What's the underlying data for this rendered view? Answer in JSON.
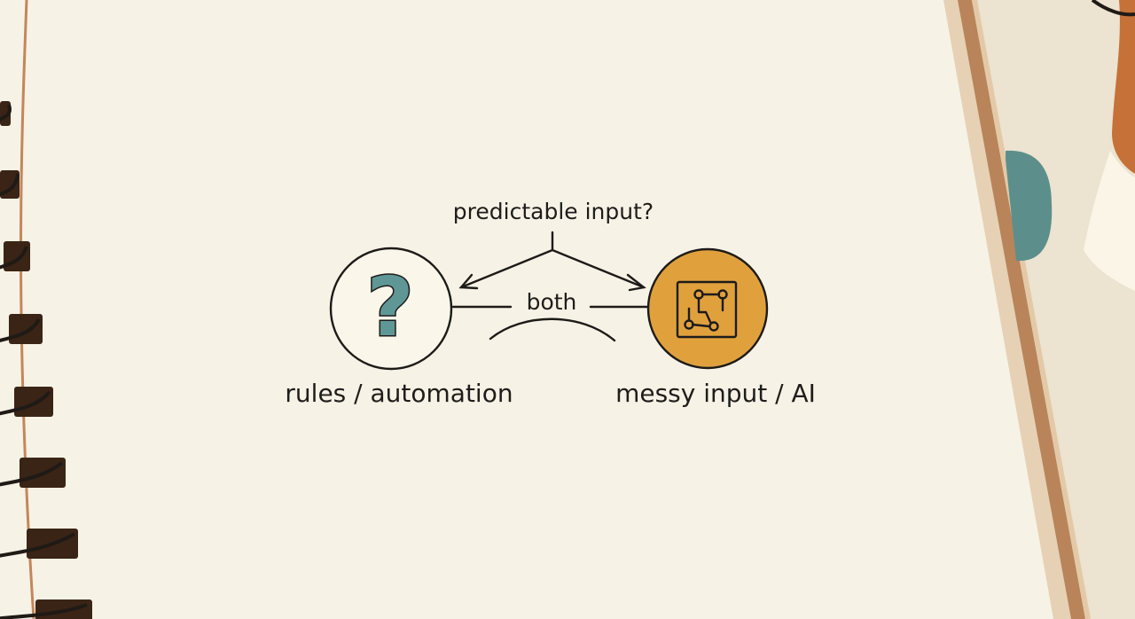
{
  "diagram": {
    "question": "predictable input?",
    "middle_label": "both",
    "left_node": {
      "label": "rules / automation",
      "glyph": "?",
      "fill_color": "#fbf6ea"
    },
    "right_node": {
      "label": "messy input / AI",
      "icon": "circuit-board-icon",
      "fill_color": "#e0a13d"
    }
  },
  "colors": {
    "paper": "#f7f2e6",
    "ink": "#1d1b19",
    "teal": "#5f9797",
    "orange": "#e0a13d",
    "cover_rust": "#c67138",
    "tab_teal": "#5c8f8b"
  }
}
